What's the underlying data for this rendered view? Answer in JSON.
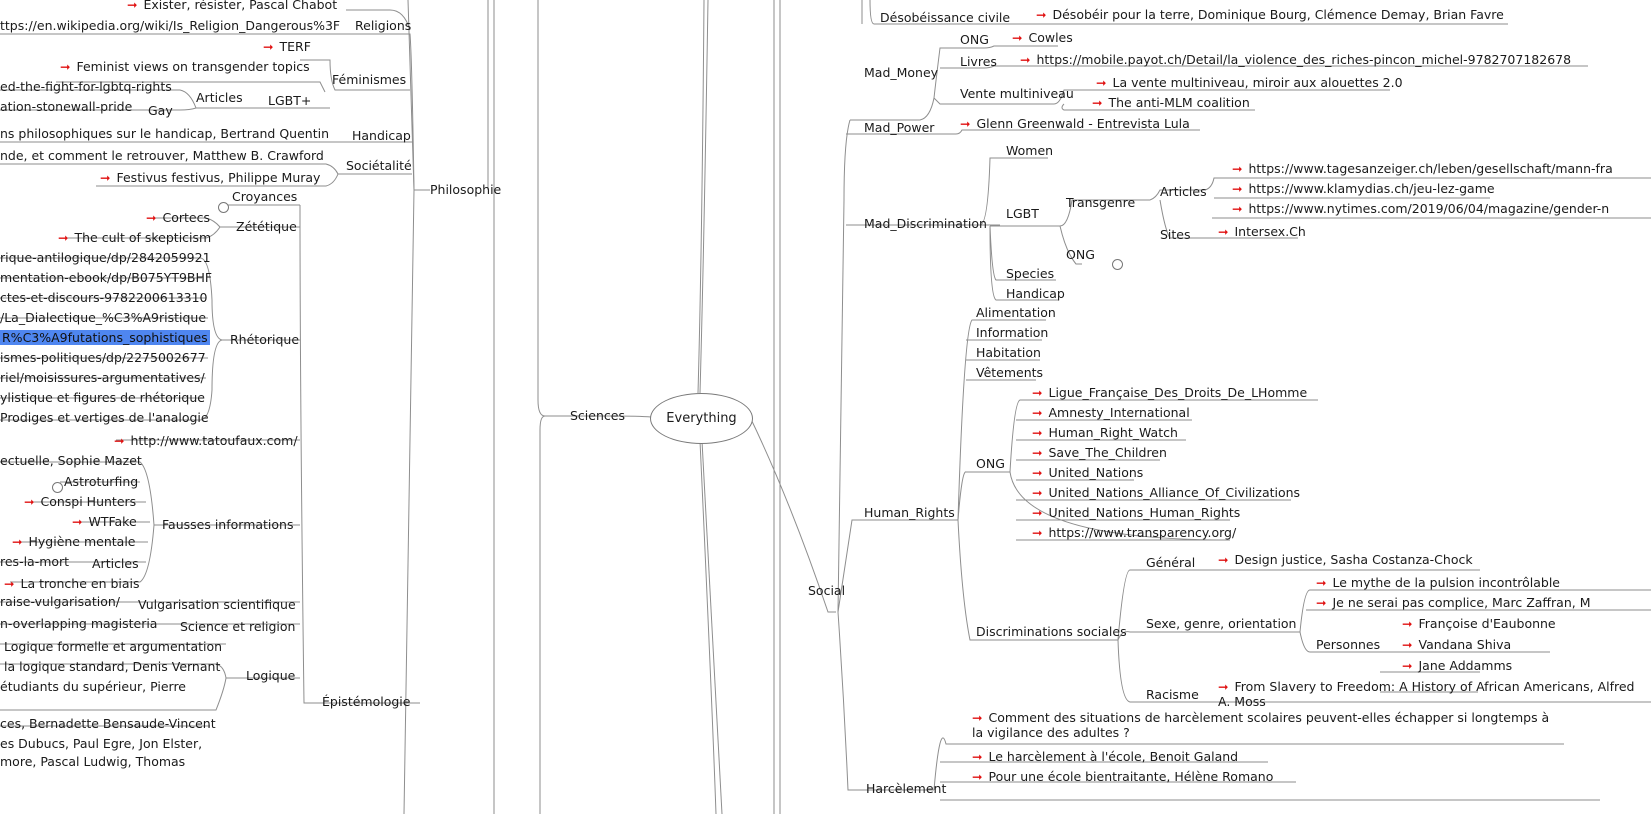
{
  "root": {
    "label": "Everything"
  },
  "colors": {
    "link": "#e01010",
    "line": "#8e8e8e",
    "selection": "#4f86f0"
  },
  "icons": {
    "link": "red-arrow-link-icon",
    "collapsed": "collapsed-node-circle-icon"
  },
  "left": {
    "philosophie": {
      "label": "Philosophie",
      "items": [
        {
          "label": "Exister, résister, Pascal Chabot",
          "link": true
        },
        {
          "label": "Religions"
        },
        {
          "label": "ttps://en.wikipedia.org/wiki/Is_Religion_Dangerous%3F"
        },
        {
          "label": "Féminismes"
        },
        {
          "label": "TERF",
          "link": true
        },
        {
          "label": "Feminist views on transgender topics",
          "link": true
        },
        {
          "label": "LGBT+"
        },
        {
          "label": "Articles"
        },
        {
          "label": "ed-the-fight-for-lgbtq-rights"
        },
        {
          "label": "Gay"
        },
        {
          "label": "ation-stonewall-pride"
        },
        {
          "label": "Handicap"
        },
        {
          "label": "ns philosophiques sur le handicap, Bertrand Quentin"
        },
        {
          "label": "Sociétalité"
        },
        {
          "label": "nde, et comment le retrouver, Matthew B. Crawford"
        },
        {
          "label": "Festivus festivus, Philippe Muray",
          "link": true
        }
      ]
    },
    "sciences": {
      "label": "Sciences",
      "epistemologie": {
        "label": "Épistémologie",
        "items": [
          {
            "label": "Croyances"
          },
          {
            "label": "Zététique"
          },
          {
            "label": "Cortecs",
            "link": true
          },
          {
            "label": "The cult of skepticism",
            "link": true
          },
          {
            "label": "Rhétorique"
          },
          {
            "label": "rique-antilogique/dp/2842059921"
          },
          {
            "label": "mentation-ebook/dp/B075YT9BHF"
          },
          {
            "label": "ctes-et-discours-9782200613310"
          },
          {
            "label": "/La_Dialectique_%C3%A9ristique"
          },
          {
            "label": "R%C3%A9futations_sophistiques"
          },
          {
            "label": "ismes-politiques/dp/2275002677"
          },
          {
            "label": "riel/moisissures-argumentatives/"
          },
          {
            "label": "ylistique et figures de rhétorique"
          },
          {
            "label": "Prodiges et vertiges de l'analogie"
          },
          {
            "label": "http://www.tatoufaux.com/",
            "link": true
          },
          {
            "label": "ectuelle, Sophie Mazet"
          },
          {
            "label": "Fausses informations"
          },
          {
            "label": "Astroturfing"
          },
          {
            "label": "Conspi Hunters",
            "link": true
          },
          {
            "label": "WTFake",
            "link": true
          },
          {
            "label": "Hygiène mentale",
            "link": true
          },
          {
            "label": "Articles"
          },
          {
            "label": "res-la-mort"
          },
          {
            "label": "La tronche en biais",
            "link": true
          },
          {
            "label": "Vulgarisation scientifique"
          },
          {
            "label": "raise-vulgarisation/"
          },
          {
            "label": "Science et religion"
          },
          {
            "label": "n-overlapping magisteria"
          },
          {
            "label": "Logique"
          },
          {
            "label": "Logique formelle et argumentation"
          },
          {
            "label": "la logique standard, Denis Vernant"
          },
          {
            "label": "étudiants du supérieur, Pierre"
          },
          {
            "label": "ces, Bernadette Bensaude-Vincent"
          },
          {
            "label": "es Dubucs, Paul Egre, Jon Elster,"
          },
          {
            "label": "more, Pascal Ludwig, Thomas"
          }
        ]
      }
    }
  },
  "right": {
    "top": [
      {
        "label": "Désobéissance civile"
      },
      {
        "label": "Désobéir pour la terre, Dominique Bourg, Clémence Demay, Brian Favre",
        "link": true
      }
    ],
    "mad_money": {
      "label": "Mad_Money",
      "items": [
        {
          "label": "ONG"
        },
        {
          "label": "Cowles",
          "link": true
        },
        {
          "label": "Livres"
        },
        {
          "label": "https://mobile.payot.ch/Detail/la_violence_des_riches-pincon_michel-9782707182678",
          "link": true
        },
        {
          "label": "Vente multiniveau"
        },
        {
          "label": "La vente multiniveau, miroir aux alouettes 2.0",
          "link": true
        },
        {
          "label": "The anti-MLM coalition",
          "link": true
        }
      ]
    },
    "mad_power": {
      "label": "Mad_Power",
      "items": [
        {
          "label": "Glenn Greenwald - Entrevista Lula",
          "link": true
        }
      ]
    },
    "mad_discrimination": {
      "label": "Mad_Discrimination",
      "items": [
        {
          "label": "Women"
        },
        {
          "label": "LGBT"
        },
        {
          "label": "Transgenre"
        },
        {
          "label": "Articles"
        },
        {
          "label": "https://www.tagesanzeiger.ch/leben/gesellschaft/mann-fra",
          "link": true
        },
        {
          "label": "https://www.klamydias.ch/jeu-lez-game",
          "link": true
        },
        {
          "label": "https://www.nytimes.com/2019/06/04/magazine/gender-n",
          "link": true
        },
        {
          "label": "Sites"
        },
        {
          "label": "Intersex.Ch",
          "link": true
        },
        {
          "label": "ONG"
        },
        {
          "label": "Species"
        },
        {
          "label": "Handicap"
        }
      ]
    },
    "social": {
      "label": "Social",
      "human_rights": {
        "label": "Human_Rights",
        "items": [
          {
            "label": "Alimentation"
          },
          {
            "label": "Information"
          },
          {
            "label": "Habitation"
          },
          {
            "label": "Vêtements"
          },
          {
            "label": "ONG"
          },
          {
            "label": "Ligue_Française_Des_Droits_De_LHomme",
            "link": true
          },
          {
            "label": "Amnesty_International",
            "link": true
          },
          {
            "label": "Human_Right_Watch",
            "link": true
          },
          {
            "label": "Save_The_Children",
            "link": true
          },
          {
            "label": "United_Nations",
            "link": true
          },
          {
            "label": "United_Nations_Alliance_Of_Civilizations",
            "link": true
          },
          {
            "label": "United_Nations_Human_Rights",
            "link": true
          },
          {
            "label": "https://www.transparency.org/",
            "link": true
          },
          {
            "label": "Discriminations sociales"
          },
          {
            "label": "Général"
          },
          {
            "label": "Design justice, Sasha Costanza-Chock",
            "link": true
          },
          {
            "label": "Sexe, genre, orientation"
          },
          {
            "label": "Le mythe de la pulsion incontrôlable",
            "link": true
          },
          {
            "label": "Je ne serai pas complice, Marc Zaffran, M",
            "link": true
          },
          {
            "label": "Personnes"
          },
          {
            "label": "Françoise d'Eaubonne",
            "link": true
          },
          {
            "label": "Vandana Shiva",
            "link": true
          },
          {
            "label": "Jane Addamms",
            "link": true
          },
          {
            "label": "Racisme"
          },
          {
            "label": "From Slavery to Freedom: A History of African Americans, Alfred A. Moss",
            "link": true
          }
        ]
      },
      "harcelement": {
        "label": "Harcèlement",
        "items": [
          {
            "label": "Comment des situations de harcèlement scolaires peuvent-elles échapper si longtemps à la vigilance des adultes ?",
            "link": true
          },
          {
            "label": "Le harcèlement à l'école, Benoit Galand",
            "link": true
          },
          {
            "label": "Pour une école bientraitante, Hélène Romano",
            "link": true
          }
        ]
      }
    }
  }
}
